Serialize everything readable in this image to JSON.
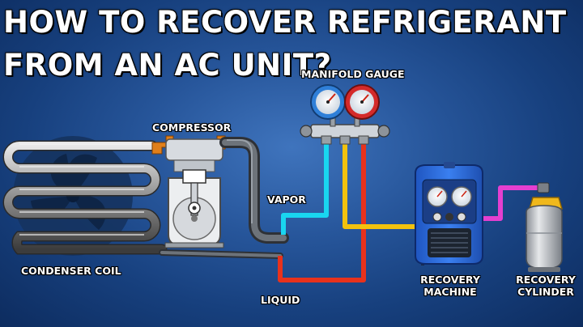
{
  "title": {
    "line1": "HOW TO RECOVER REFRIGERANT",
    "line2": "FROM AN AC UNIT?"
  },
  "labels": {
    "manifold_gauge": "MANIFOLD GAUGE",
    "compressor": "COMPRESSOR",
    "vapor": "VAPOR",
    "condenser_coil": "CONDENSER COIL",
    "liquid": "LIQUID",
    "recovery_machine_line1": "RECOVERY",
    "recovery_machine_line2": "MACHINE",
    "recovery_cylinder_line1": "RECOVERY",
    "recovery_cylinder_line2": "CYLINDER"
  },
  "colors": {
    "vapor_line": "#19d6f0",
    "liquid_line": "#e8321c",
    "machine_line": "#f2c20e",
    "cylinder_line": "#e53fd0",
    "pipe": "#555a60",
    "low_side_gauge": "#2f7fd8",
    "high_side_gauge": "#d42a2a",
    "recovery_machine": "#2f6fe0",
    "cylinder_collar": "#f0b81c"
  },
  "icons": [
    "fan-icon",
    "compressor-icon",
    "manifold-gauge-icon",
    "recovery-machine-icon",
    "refrigerant-cylinder-icon"
  ]
}
